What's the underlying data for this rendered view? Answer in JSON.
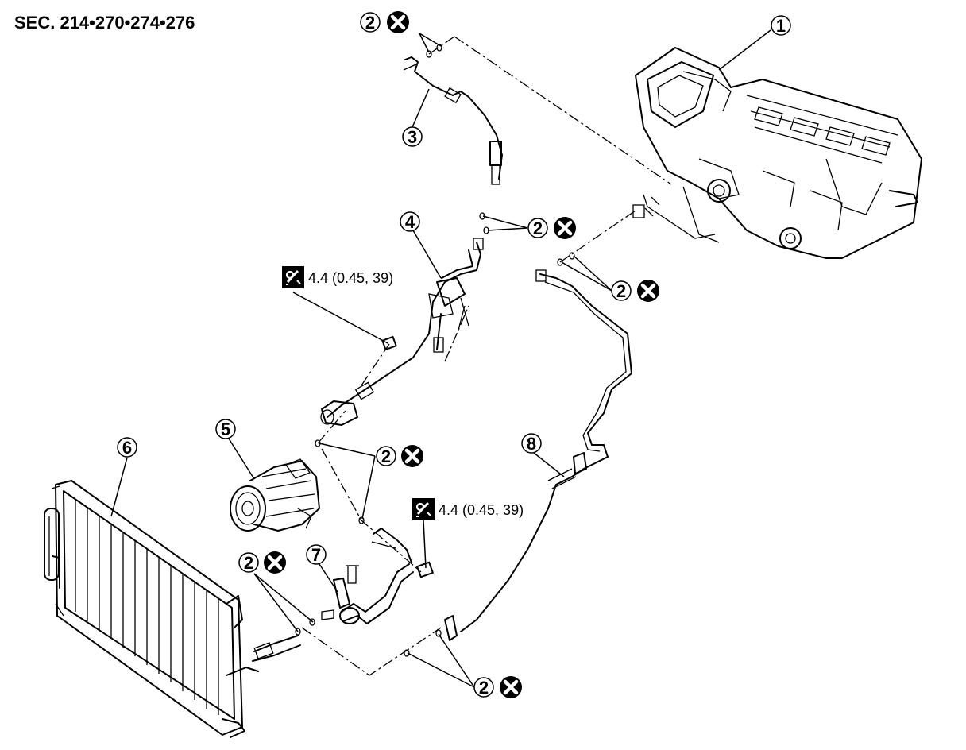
{
  "header": {
    "section": "SEC. 214•270•274•276"
  },
  "callouts": {
    "c1": "1",
    "c3": "3",
    "c4": "4",
    "c5": "5",
    "c6": "6",
    "c7": "7",
    "c8": "8",
    "o_ring": "2"
  },
  "torque": {
    "upper": "4.4 (0.45, 39)",
    "lower": "4.4 (0.45, 39)"
  },
  "icons": {
    "replace": "x-circle-icon",
    "torque": "torque-wrench-icon"
  },
  "colors": {
    "ink": "#000000",
    "paper": "#ffffff"
  }
}
